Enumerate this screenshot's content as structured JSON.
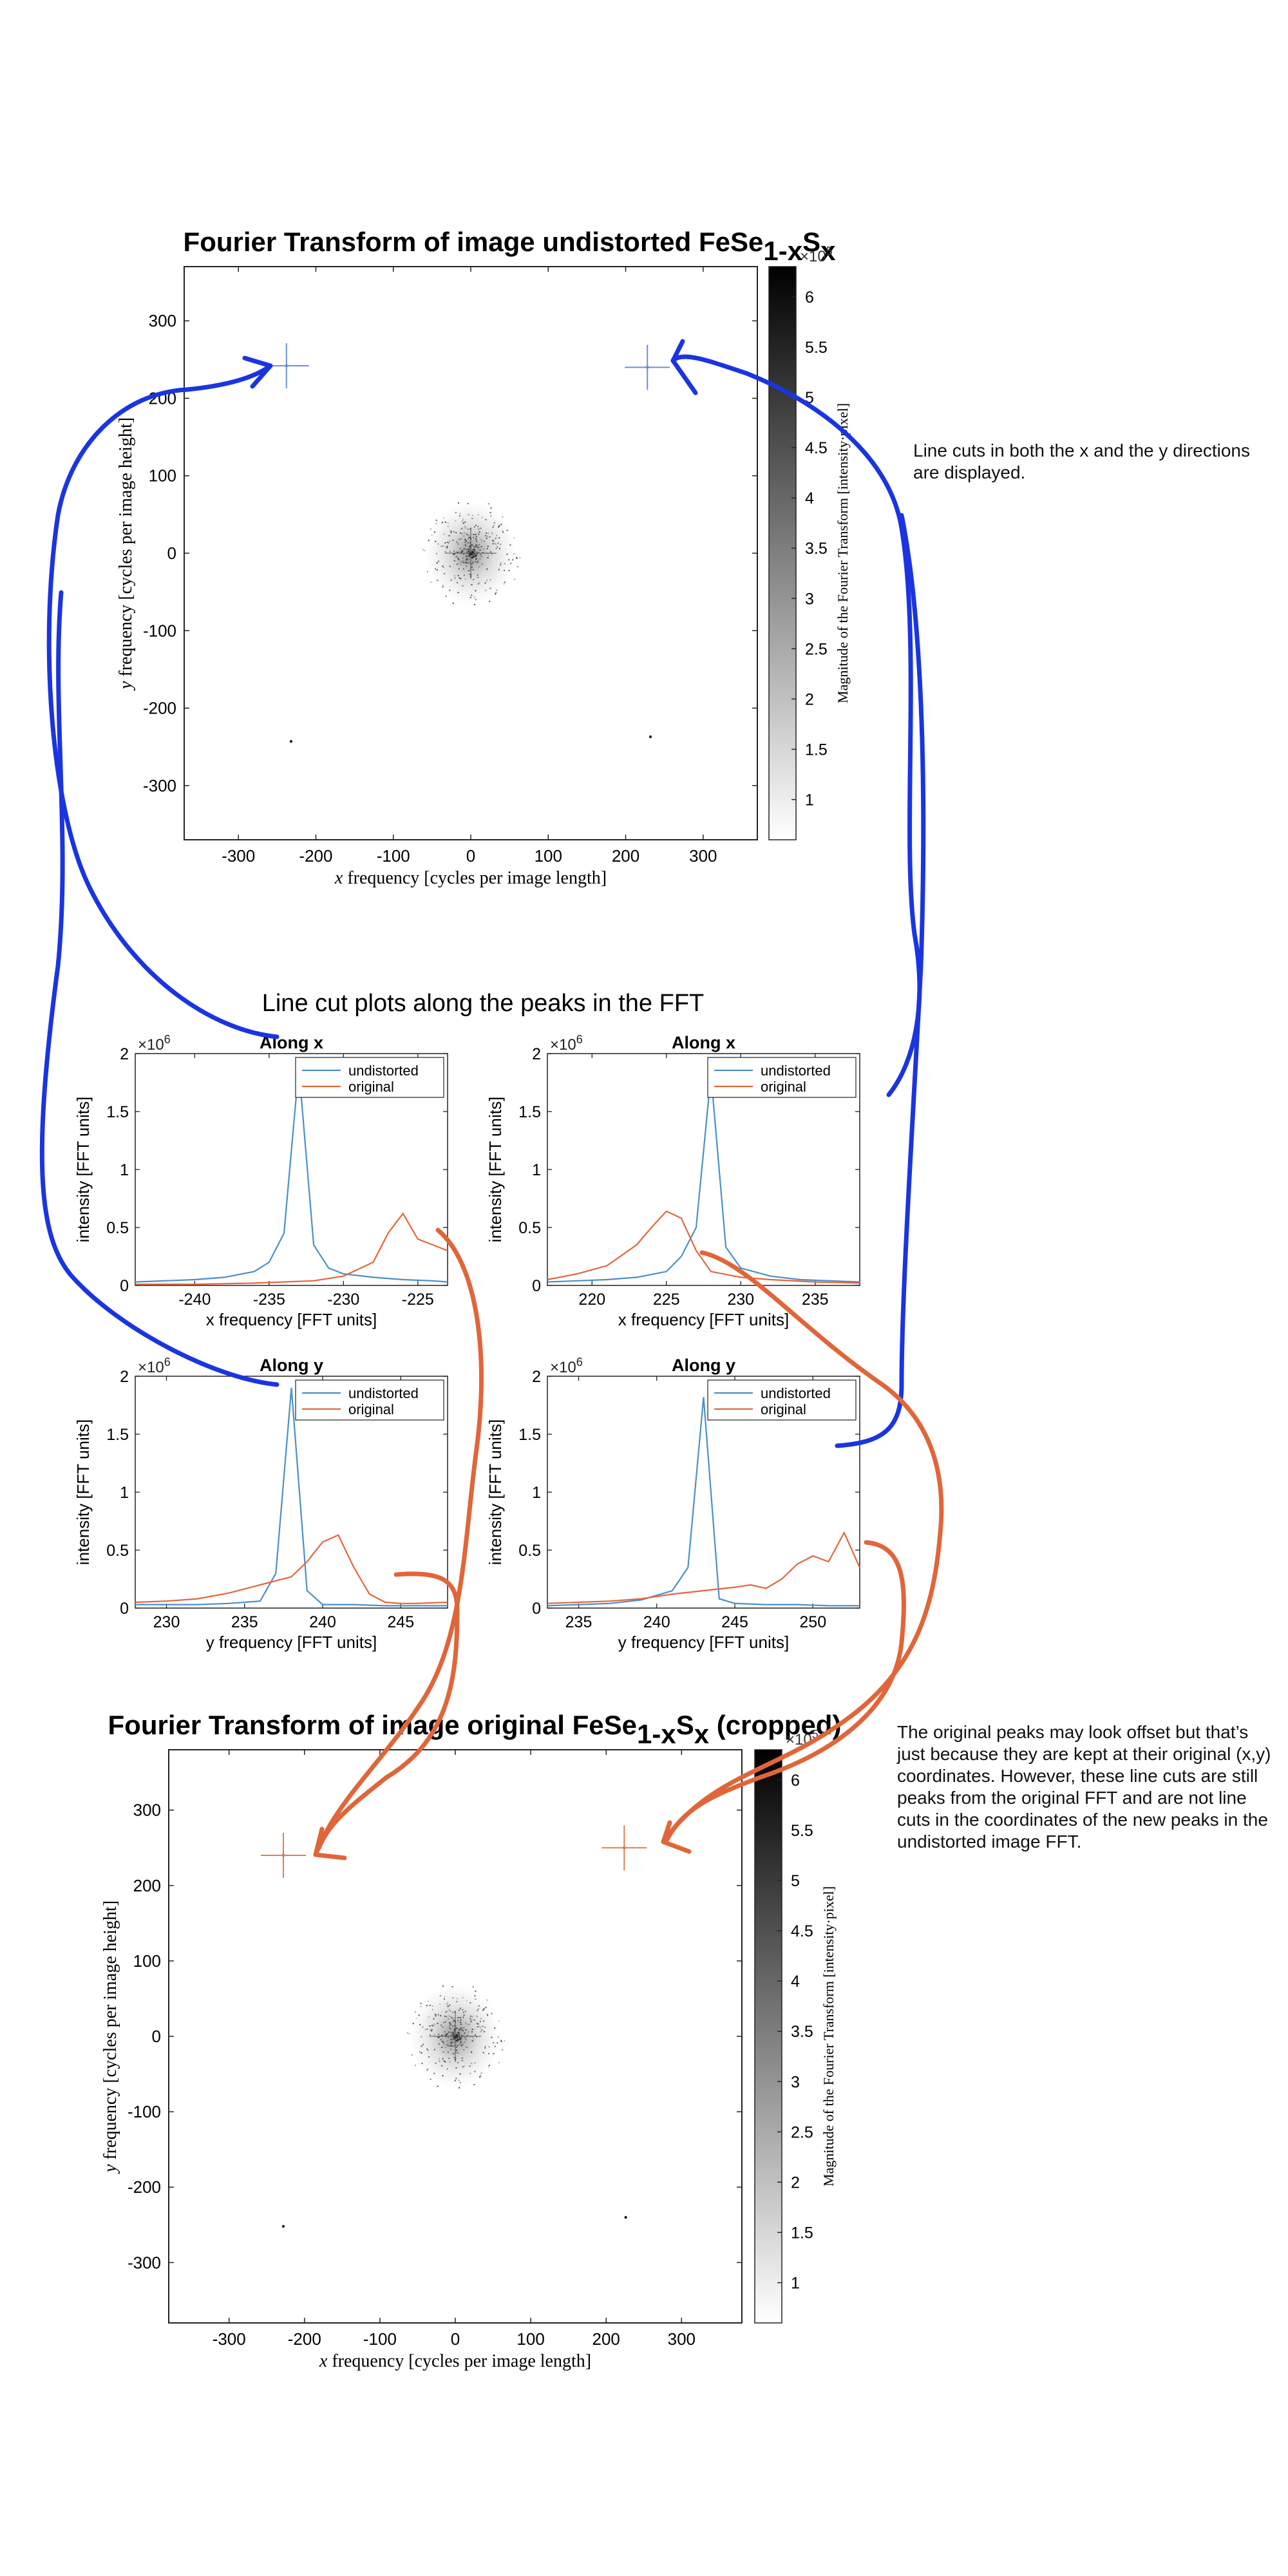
{
  "colors": {
    "undistorted": "#4a90c8",
    "original": "#e4663a",
    "blue_arrow": "#1a35e0",
    "orange_arrow": "#e0663a",
    "crosshair_blue": "#6f8fd8",
    "crosshair_orange": "#e0804a"
  },
  "notes": {
    "top_note": "Line cuts in both the x and the y directions are displayed.",
    "bottom_note": "The original peaks may look offset but that’s just because they are kept at their original (x,y) coordinates. However, these line cuts are still peaks from the original FFT and are not line cuts in the coordinates of the new peaks in the undistorted image FFT."
  },
  "linecut_title": "Line cut plots along the peaks in the FFT",
  "chart_data": [
    {
      "id": "fft_undistorted",
      "type": "heatmap",
      "title_prefix": "Fourier Transform of image undistorted FeSe",
      "title_sub": "1-x",
      "title_mid": "S",
      "title_sub2": "x",
      "title_suffix": "",
      "xlabel_var": "x",
      "xlabel": "frequency [cycles per image length]",
      "ylabel_var": "y",
      "ylabel": "frequency [cycles per image height]",
      "xlim": [
        -370,
        370
      ],
      "ylim": [
        -370,
        370
      ],
      "xticks": [
        -300,
        -200,
        -100,
        0,
        100,
        200,
        300
      ],
      "yticks": [
        -300,
        -200,
        -100,
        0,
        100,
        200,
        300
      ],
      "colorbar_label": "Magnitude of the Fourier Transform [intensity·pixel]",
      "colorbar_ticks": [
        1,
        1.5,
        2,
        2.5,
        3,
        3.5,
        4,
        4.5,
        5,
        5.5,
        6
      ],
      "colorbar_lim": [
        0.6,
        6.3
      ],
      "colorbar_exponent": "5",
      "peaks": [
        [
          -238,
          242
        ],
        [
          228,
          240
        ],
        [
          -232,
          -243
        ],
        [
          232,
          -237
        ]
      ],
      "crosshairs": [
        [
          -238,
          242
        ],
        [
          228,
          240
        ]
      ]
    },
    {
      "id": "cut_x_left",
      "type": "line",
      "title": "Along x",
      "xlabel": "x frequency [FFT units]",
      "ylabel": "intensity [FFT units]",
      "xlim": [
        -244,
        -223
      ],
      "ylim": [
        0,
        2
      ],
      "xticks": [
        -240,
        -235,
        -230,
        -225
      ],
      "yticks": [
        0,
        0.5,
        1,
        1.5,
        2
      ],
      "exponent": "6",
      "series": [
        {
          "name": "undistorted",
          "x": [
            -244,
            -242,
            -240,
            -238,
            -236,
            -235,
            -234,
            -233,
            -232,
            -231,
            -230,
            -228,
            -226,
            -224,
            -223
          ],
          "y": [
            0.03,
            0.04,
            0.05,
            0.07,
            0.12,
            0.2,
            0.45,
            1.88,
            0.35,
            0.15,
            0.1,
            0.07,
            0.05,
            0.04,
            0.03
          ]
        },
        {
          "name": "original",
          "x": [
            -244,
            -240,
            -236,
            -232,
            -230,
            -228,
            -227,
            -226,
            -225,
            -224,
            -223
          ],
          "y": [
            0.01,
            0.01,
            0.02,
            0.04,
            0.08,
            0.2,
            0.45,
            0.62,
            0.4,
            0.35,
            0.3
          ]
        }
      ]
    },
    {
      "id": "cut_x_right",
      "type": "line",
      "title": "Along x",
      "xlabel": "x frequency [FFT units]",
      "ylabel": "intensity [FFT units]",
      "xlim": [
        217,
        238
      ],
      "ylim": [
        0,
        2
      ],
      "xticks": [
        220,
        225,
        230,
        235
      ],
      "yticks": [
        0,
        0.5,
        1,
        1.5,
        2
      ],
      "exponent": "6",
      "series": [
        {
          "name": "undistorted",
          "x": [
            217,
            219,
            221,
            223,
            225,
            226,
            227,
            228,
            229,
            230,
            232,
            234,
            236,
            238
          ],
          "y": [
            0.03,
            0.04,
            0.05,
            0.07,
            0.12,
            0.25,
            0.5,
            1.82,
            0.33,
            0.15,
            0.08,
            0.05,
            0.04,
            0.03
          ]
        },
        {
          "name": "original",
          "x": [
            217,
            219,
            221,
            223,
            224,
            225,
            226,
            227,
            228,
            230,
            232,
            235,
            238
          ],
          "y": [
            0.05,
            0.1,
            0.17,
            0.35,
            0.5,
            0.64,
            0.58,
            0.3,
            0.12,
            0.07,
            0.05,
            0.03,
            0.02
          ]
        }
      ]
    },
    {
      "id": "cut_y_left",
      "type": "line",
      "title": "Along y",
      "xlabel": "y frequency [FFT units]",
      "ylabel": "intensity [FFT units]",
      "xlim": [
        228,
        248
      ],
      "ylim": [
        0,
        2
      ],
      "xticks": [
        230,
        235,
        240,
        245
      ],
      "yticks": [
        0,
        0.5,
        1,
        1.5,
        2
      ],
      "exponent": "6",
      "series": [
        {
          "name": "undistorted",
          "x": [
            228,
            230,
            232,
            234,
            236,
            237,
            238,
            239,
            240,
            242,
            244,
            246,
            248
          ],
          "y": [
            0.03,
            0.03,
            0.03,
            0.04,
            0.06,
            0.3,
            1.9,
            0.15,
            0.03,
            0.03,
            0.02,
            0.02,
            0.02
          ]
        },
        {
          "name": "original",
          "x": [
            228,
            230,
            232,
            234,
            236,
            238,
            239,
            240,
            241,
            242,
            243,
            244,
            245,
            246,
            248
          ],
          "y": [
            0.05,
            0.06,
            0.08,
            0.13,
            0.2,
            0.27,
            0.4,
            0.57,
            0.63,
            0.35,
            0.12,
            0.05,
            0.04,
            0.04,
            0.05
          ]
        }
      ]
    },
    {
      "id": "cut_y_right",
      "type": "line",
      "title": "Along y",
      "xlabel": "y frequency [FFT units]",
      "ylabel": "intensity [FFT units]",
      "xlim": [
        233,
        253
      ],
      "ylim": [
        0,
        2
      ],
      "xticks": [
        235,
        240,
        245,
        250
      ],
      "yticks": [
        0,
        0.5,
        1,
        1.5,
        2
      ],
      "exponent": "6",
      "series": [
        {
          "name": "undistorted",
          "x": [
            233,
            235,
            237,
            239,
            241,
            242,
            243,
            244,
            245,
            247,
            249,
            251,
            253
          ],
          "y": [
            0.02,
            0.03,
            0.04,
            0.07,
            0.15,
            0.35,
            1.82,
            0.08,
            0.04,
            0.03,
            0.03,
            0.02,
            0.02
          ]
        },
        {
          "name": "original",
          "x": [
            233,
            235,
            237,
            239,
            241,
            243,
            245,
            246,
            247,
            248,
            249,
            250,
            251,
            252,
            253
          ],
          "y": [
            0.04,
            0.05,
            0.06,
            0.08,
            0.12,
            0.15,
            0.18,
            0.2,
            0.17,
            0.25,
            0.38,
            0.45,
            0.4,
            0.65,
            0.35
          ]
        }
      ]
    },
    {
      "id": "fft_original",
      "type": "heatmap",
      "title_prefix": "Fourier Transform of image original FeSe",
      "title_sub": "1-x",
      "title_mid": "S",
      "title_sub2": "x",
      "title_suffix": " (cropped)",
      "xlabel_var": "x",
      "xlabel": "frequency [cycles per image length]",
      "ylabel_var": "y",
      "ylabel": "frequency [cycles per image height]",
      "xlim": [
        -380,
        380
      ],
      "ylim": [
        -380,
        380
      ],
      "xticks": [
        -300,
        -200,
        -100,
        0,
        100,
        200,
        300
      ],
      "yticks": [
        -300,
        -200,
        -100,
        0,
        100,
        200,
        300
      ],
      "colorbar_label": "Magnitude of the Fourier Transform [intensity·pixel]",
      "colorbar_ticks": [
        1,
        1.5,
        2,
        2.5,
        3,
        3.5,
        4,
        4.5,
        5,
        5.5,
        6
      ],
      "colorbar_lim": [
        0.6,
        6.3
      ],
      "colorbar_exponent": "5",
      "peaks": [
        [
          -228,
          240
        ],
        [
          224,
          250
        ],
        [
          -228,
          -252
        ],
        [
          226,
          -240
        ]
      ],
      "crosshairs": [
        [
          -228,
          240
        ],
        [
          224,
          250
        ]
      ]
    }
  ]
}
